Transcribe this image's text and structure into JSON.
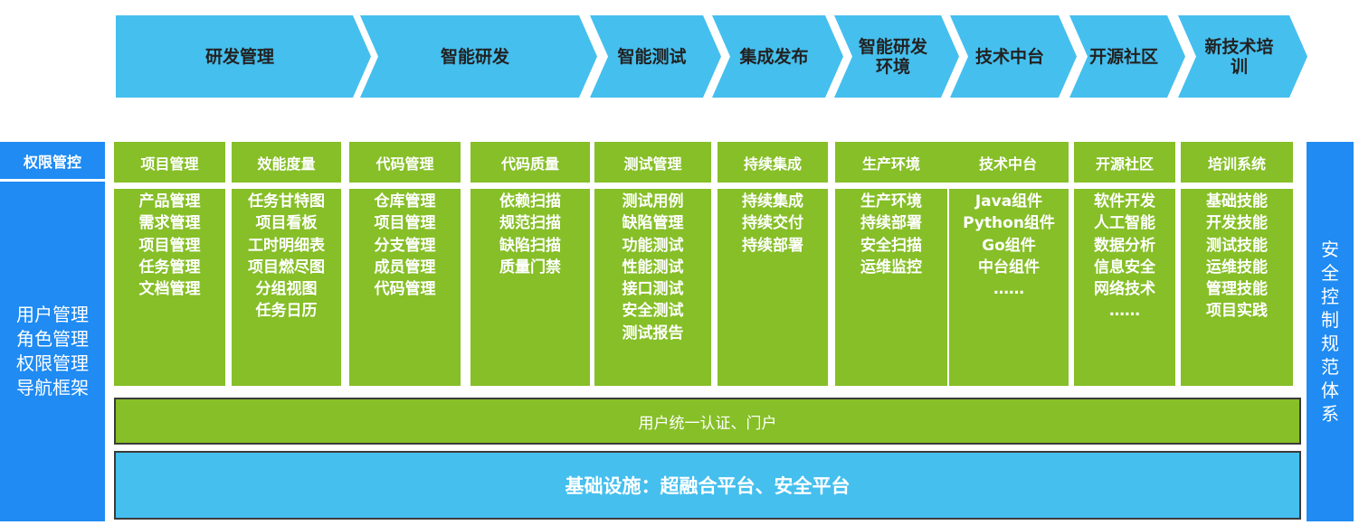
{
  "phases": [
    {
      "label": "研发管理"
    },
    {
      "label": "智能研发"
    },
    {
      "label": "智能测试"
    },
    {
      "label": "集成发布"
    },
    {
      "label": "智能研发\n环境"
    },
    {
      "label": "技术中台"
    },
    {
      "label": "开源社区"
    },
    {
      "label": "新技术培\n训"
    }
  ],
  "left_column": {
    "title": "权限管控",
    "items": [
      "用户管理",
      "角色管理",
      "权限管理",
      "导航框架"
    ]
  },
  "right_column": {
    "chars": [
      "安",
      "全",
      "控",
      "制",
      "规",
      "范",
      "体",
      "系"
    ]
  },
  "modules": [
    {
      "title": "项目管理",
      "items": [
        "产品管理",
        "需求管理",
        "项目管理",
        "任务管理",
        "文档管理"
      ]
    },
    {
      "title": "效能度量",
      "items": [
        "任务甘特图",
        "项目看板",
        "工时明细表",
        "项目燃尽图",
        "分组视图",
        "任务日历"
      ]
    },
    {
      "title": "代码管理",
      "items": [
        "仓库管理",
        "项目管理",
        "分支管理",
        "成员管理",
        "代码管理"
      ]
    },
    {
      "title": "代码质量",
      "items": [
        "依赖扫描",
        "规范扫描",
        "缺陷扫描",
        "质量门禁"
      ]
    },
    {
      "title": "测试管理",
      "items": [
        "测试用例",
        "缺陷管理",
        "功能测试",
        "性能测试",
        "接口测试",
        "安全测试",
        "测试报告"
      ]
    },
    {
      "title": "持续集成",
      "items": [
        "持续集成",
        "持续交付",
        "持续部署"
      ]
    },
    {
      "title": "生产环境",
      "items": [
        "生产环境",
        "持续部署",
        "安全扫描",
        "运维监控"
      ]
    },
    {
      "title": "技术中台",
      "items": [
        "Java组件",
        "Python组件",
        "Go组件",
        "中台组件",
        "……"
      ]
    },
    {
      "title": "开源社区",
      "items": [
        "软件开发",
        "人工智能",
        "数据分析",
        "信息安全",
        "网络技术",
        "……"
      ]
    },
    {
      "title": "培训系统",
      "items": [
        "基础技能",
        "开发技能",
        "测试技能",
        "运维技能",
        "管理技能",
        "项目实践"
      ]
    }
  ],
  "auth_bar": "用户统一认证、门户",
  "infra_bar": "基础设施：超融合平台、安全平台",
  "colors": {
    "chevron_blue": "#45bfee",
    "side_blue": "#1f8bf3",
    "module_green": "#86bf27"
  }
}
